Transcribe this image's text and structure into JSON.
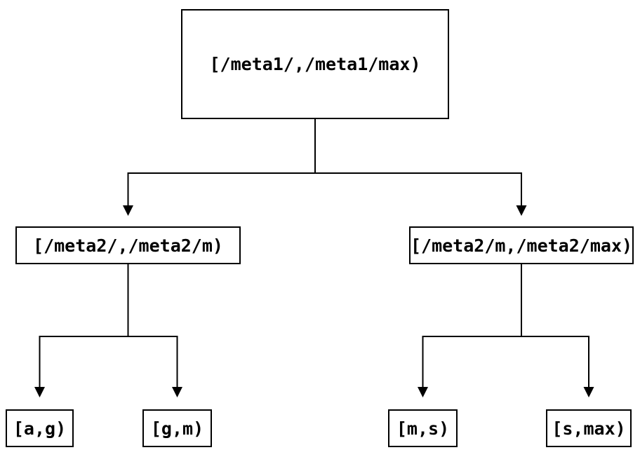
{
  "diagram": {
    "type": "binary-tree",
    "background_color": "#ffffff",
    "stroke_color": "#000000",
    "text_color": "#000000",
    "nodes": {
      "root": {
        "label": "[/meta1/,/meta1/max)",
        "level": 0
      },
      "meta2_left": {
        "label": "[/meta2/,/meta2/m)",
        "level": 1
      },
      "meta2_right": {
        "label": "[/meta2/m,/meta2/max)",
        "level": 1
      },
      "leaf_a_g": {
        "label": "[a,g)",
        "level": 2
      },
      "leaf_g_m": {
        "label": "[g,m)",
        "level": 2
      },
      "leaf_m_s": {
        "label": "[m,s)",
        "level": 2
      },
      "leaf_s_max": {
        "label": "[s,max)",
        "level": 2
      }
    },
    "edges": [
      {
        "from": "root",
        "to": "meta2_left",
        "arrow": "down"
      },
      {
        "from": "root",
        "to": "meta2_right",
        "arrow": "down"
      },
      {
        "from": "meta2_left",
        "to": "leaf_a_g",
        "arrow": "down"
      },
      {
        "from": "meta2_left",
        "to": "leaf_g_m",
        "arrow": "down"
      },
      {
        "from": "meta2_right",
        "to": "leaf_m_s",
        "arrow": "down"
      },
      {
        "from": "meta2_right",
        "to": "leaf_s_max",
        "arrow": "down"
      }
    ]
  }
}
